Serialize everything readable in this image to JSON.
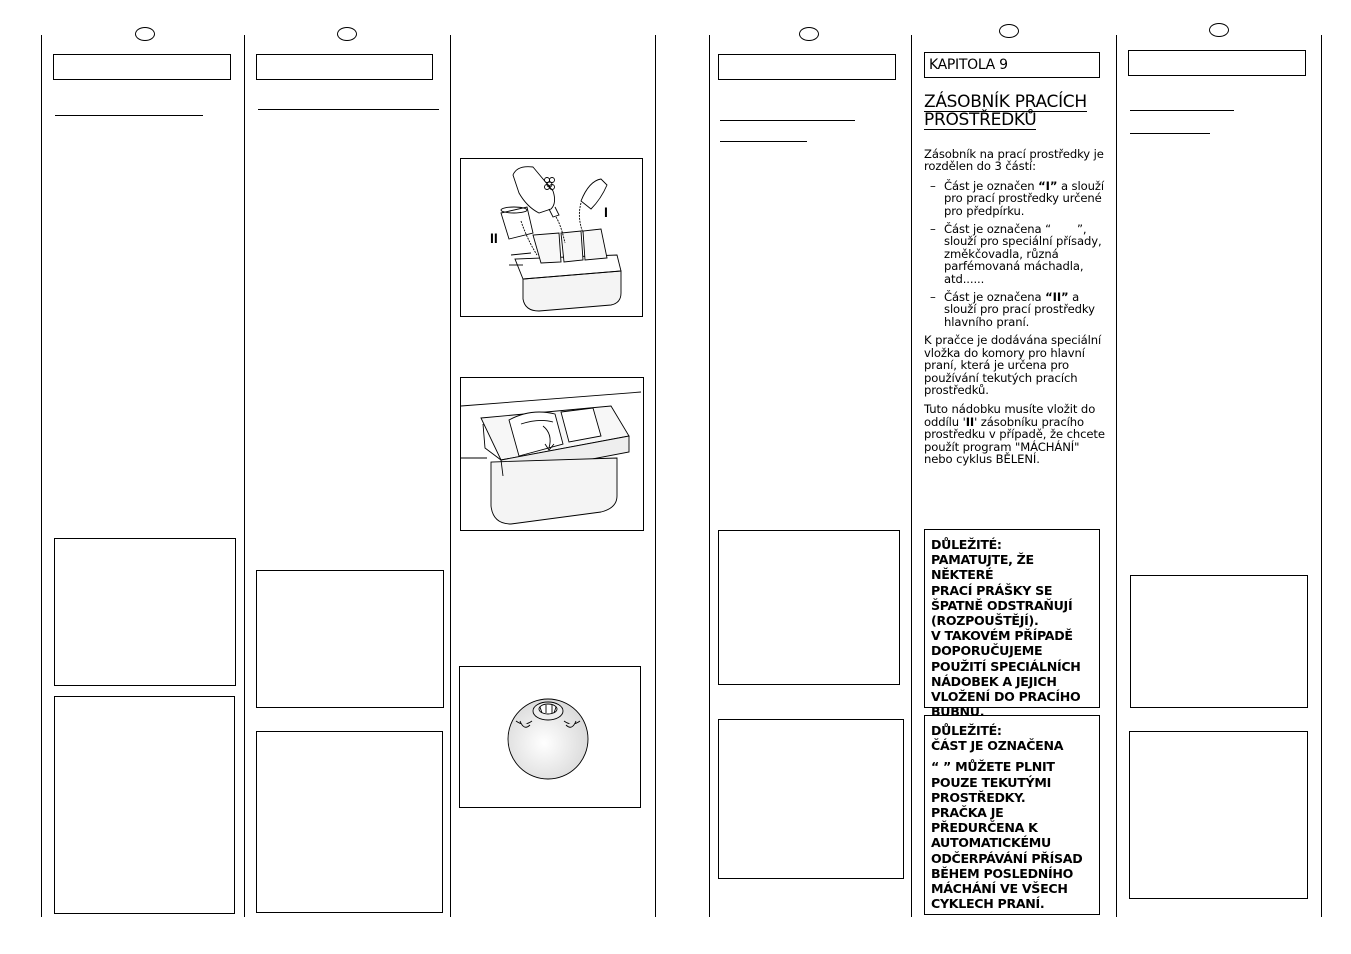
{
  "chapter": {
    "label": "KAPITOLA 9"
  },
  "section": {
    "title_line1": "ZÁSOBNÍK PRACÍCH",
    "title_line2": "PROSTŘEDKŮ"
  },
  "intro": "Zásobník na prací prostředky je rozdělen do 3 částí:",
  "bullets": [
    {
      "dash": "–",
      "pre": "Část je označen ",
      "mark": "“I”",
      "post": " a slouží pro prací prostředky určené pro předpírku."
    },
    {
      "dash": "–",
      "pre": "Část je označena “",
      "mark": "",
      "post": "”, slouží pro speciální přísady, změkčovadla, různá parfémovaná máchadla, atd......"
    },
    {
      "dash": "–",
      "pre": "Část je označena ",
      "mark": "“II”",
      "post": " a slouží pro prací prostředky hlavního praní."
    }
  ],
  "para_insert": "K pračce je dodávána speciální vložka do komory pro hlavní praní, která je určena pro používání tekutých pracích prostředků.",
  "para_rinse": {
    "pre": "Tuto nádobku musíte vložit do oddílu '",
    "mark": "II",
    "post": "' zásobníku pracího prostředku v případě, že chcete použít program \"MÁCHÁNÍ\" nebo cyklus BĚLENÍ."
  },
  "important1": {
    "head": "DŮLEŽITÉ:",
    "lines": [
      "PAMATUJTE, ŽE NĚKTERÉ",
      "PRACÍ PRÁŠKY SE",
      "ŠPATNĚ ODSTRAŇUJÍ",
      "(ROZPOUŠTĚJÍ).",
      "V TAKOVÉM PŘÍPADĚ",
      "DOPORUČUJEME",
      "POUŽITÍ SPECIÁLNÍCH",
      "NÁDOBEK A JEJICH",
      "VLOŽENÍ DO PRACÍHO",
      "BUBNU."
    ]
  },
  "important2": {
    "head": "DŮLEŽITÉ:",
    "line2": "ČÁST JE OZNAČENA",
    "lines": [
      "“    ” MŮŽETE PLNIT",
      "POUZE TEKUTÝMI",
      "PROSTŘEDKY.",
      "PRAČKA JE",
      "PŘEDURČENA K",
      "AUTOMATICKÉMU",
      "ODČERPÁVÁNÍ PŘÍSAD",
      "BĚHEM POSLEDNÍHO",
      "MÁCHÁNÍ VE VŠECH",
      "CYKLECH PRANÍ."
    ]
  },
  "figure1": {
    "label_I": "I",
    "label_II": "II"
  }
}
